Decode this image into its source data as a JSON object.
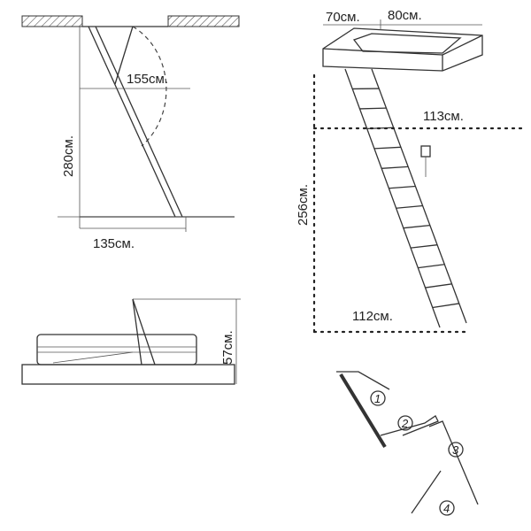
{
  "side_view": {
    "width_label": "155см.",
    "height_label": "280см.",
    "base_label": "135см."
  },
  "folded_view": {
    "height_label": "57см."
  },
  "perspective_view": {
    "hatch_length_label": "70см.",
    "hatch_width_label": "80см.",
    "clearance_label": "113см.",
    "height_label": "256см.",
    "base_label": "112см."
  },
  "detail_view": {
    "markers": [
      "1",
      "2",
      "3",
      "4"
    ]
  }
}
